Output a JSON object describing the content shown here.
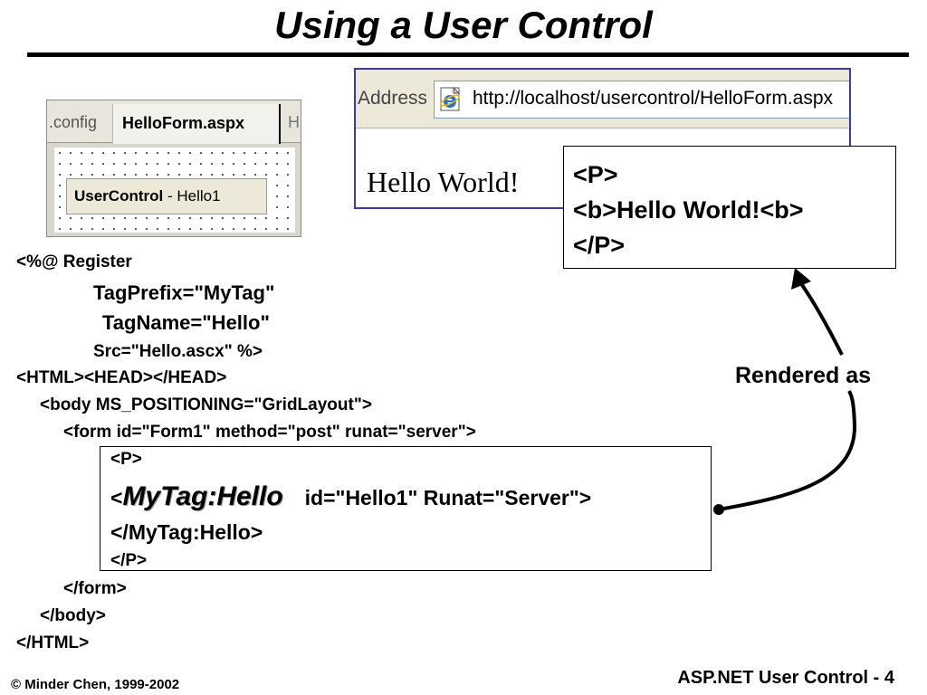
{
  "slide": {
    "title": "Using a User Control",
    "footer_left": "© Minder Chen, 1999-2002",
    "footer_right": "ASP.NET  User Control - 4"
  },
  "designer": {
    "tab_config": ".config",
    "tab_active": "HelloForm.aspx",
    "tab_next": "H",
    "control_type": "UserControl",
    "control_sep": " - ",
    "control_instance": "Hello1"
  },
  "browser": {
    "address_label": "Address",
    "url": "http://localhost/usercontrol/HelloForm.aspx",
    "page_text": "Hello World!",
    "icon": "ie-page-icon"
  },
  "rendered_html": {
    "line1": "<P>",
    "line2": "<b>Hello World!<b>",
    "line3": "</P>"
  },
  "callout_label": "Rendered as",
  "code": {
    "register": "<%@ Register",
    "tagprefix": "TagPrefix=\"MyTag\"",
    "tagname": "TagName=\"Hello\"",
    "src": "Src=\"Hello.ascx\"  %>",
    "html_head": "<HTML><HEAD></HEAD>",
    "body_open": "<body MS_POSITIONING=\"GridLayout\">",
    "form_open": "<form id=\"Form1\" method=\"post\" runat=\"server\">",
    "form_close": "</form>",
    "body_close": "</body>",
    "html_close": "</HTML>"
  },
  "snippet": {
    "p_open": "<P>",
    "lt": "<",
    "tag": "MyTag:Hello",
    "attrs": "id=\"Hello1\"  Runat=\"Server\">",
    "tag_close": "</MyTag:Hello>",
    "p_close": "</P>"
  }
}
